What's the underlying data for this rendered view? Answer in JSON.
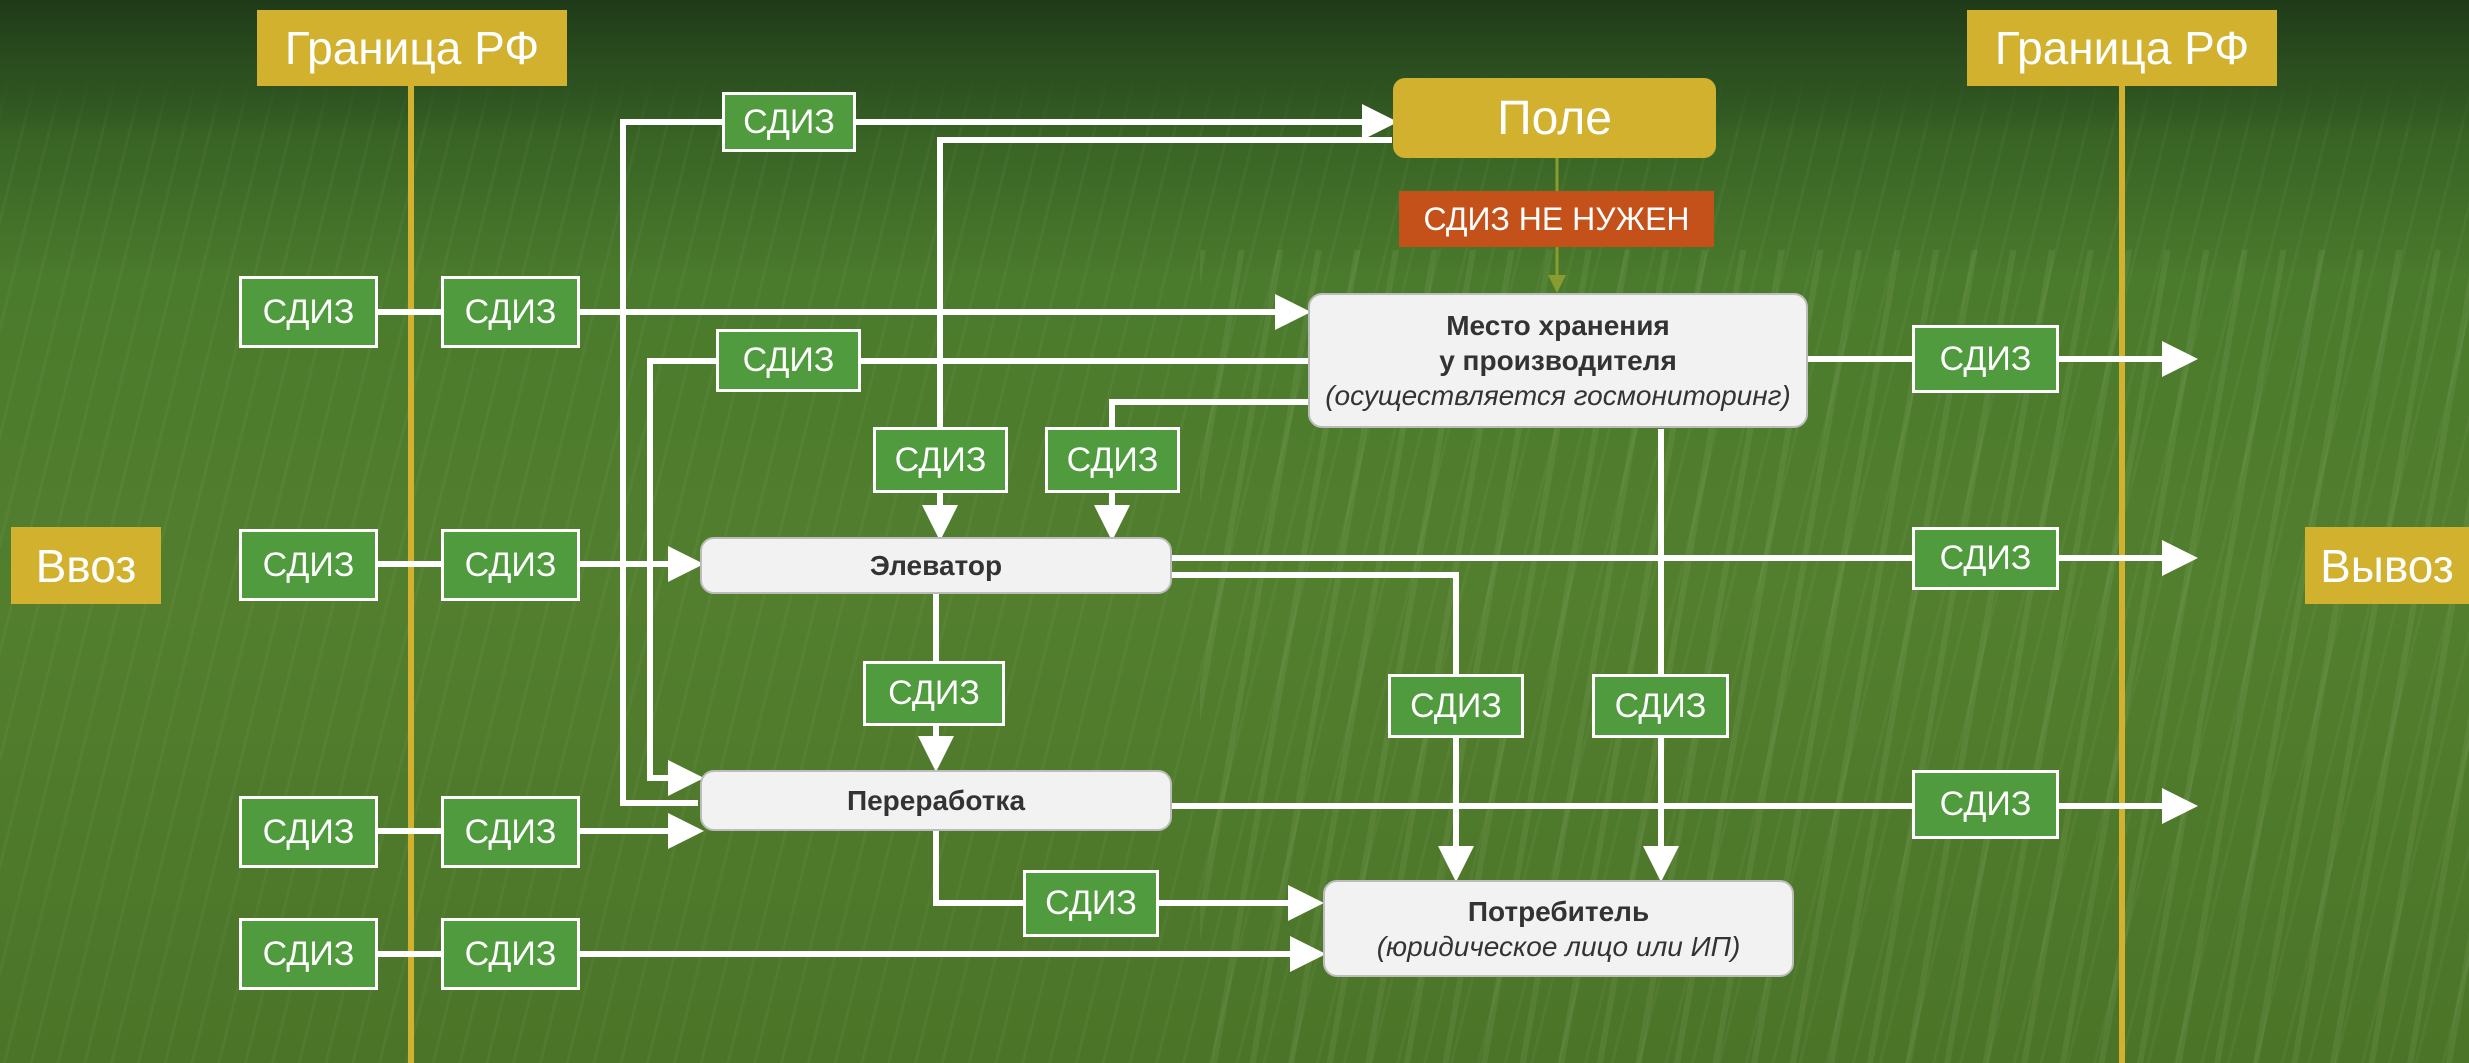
{
  "labels": {
    "border_left": "Граница РФ",
    "border_right": "Граница РФ",
    "import": "Ввоз",
    "export": "Вывоз",
    "sdiz": "СДИЗ",
    "sdiz_not_needed": "СДИЗ НЕ НУЖЕН"
  },
  "nodes": {
    "field": "Поле",
    "storage": {
      "line1": "Место хранения",
      "line2": "у производителя",
      "note": "(осуществляется госмониторинг)"
    },
    "elevator": "Элеватор",
    "processing": "Переработка",
    "consumer": {
      "title": "Потребитель",
      "note": "(юридическое лицо или ИП)"
    }
  },
  "colors": {
    "sdiz_fill": "#4f9b3d",
    "border_yellow": "#d1b12e",
    "warning_orange": "#c5511a",
    "node_fill": "#f2f2f2",
    "arrow": "#ffffff"
  }
}
